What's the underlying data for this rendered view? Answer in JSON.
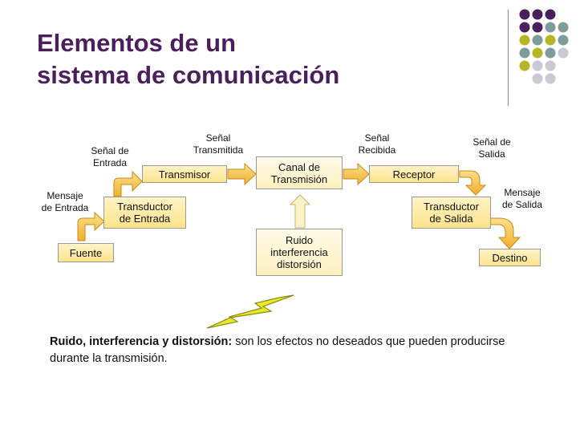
{
  "title": {
    "line1": "Elementos de un",
    "line2": "sistema de comunicación"
  },
  "colors": {
    "purple": "#4b1f5b",
    "yellow": "#b6b524",
    "teal": "#7f9c9c",
    "gray": "#c9c9d4",
    "arrow": "#f2bc3a"
  },
  "boxes": {
    "fuente": "Fuente",
    "transductor_entrada": [
      "Transductor",
      "de Entrada"
    ],
    "transmisor": "Transmisor",
    "canal": [
      "Canal de",
      "Transmisión"
    ],
    "receptor": "Receptor",
    "transductor_salida": [
      "Transductor",
      "de Salida"
    ],
    "destino": "Destino",
    "ruido": [
      "Ruido",
      "interferencia",
      "distorsión"
    ]
  },
  "labels": {
    "mensaje_entrada": [
      "Mensaje",
      "de Entrada"
    ],
    "senal_entrada": [
      "Señal de",
      "Entrada"
    ],
    "senal_transmitida": [
      "Señal",
      "Transmitida"
    ],
    "senal_recibida": [
      "Señal",
      "Recibida"
    ],
    "senal_salida": [
      "Señal de",
      "Salida"
    ],
    "mensaje_salida": [
      "Mensaje",
      "de Salida"
    ]
  },
  "footer": {
    "bold": "Ruido, interferencia y distorsión:",
    "text": " son los efectos no deseados que pueden producirse durante la transmisión."
  },
  "icons": {
    "lightning": "lightning-bolt-icon"
  }
}
